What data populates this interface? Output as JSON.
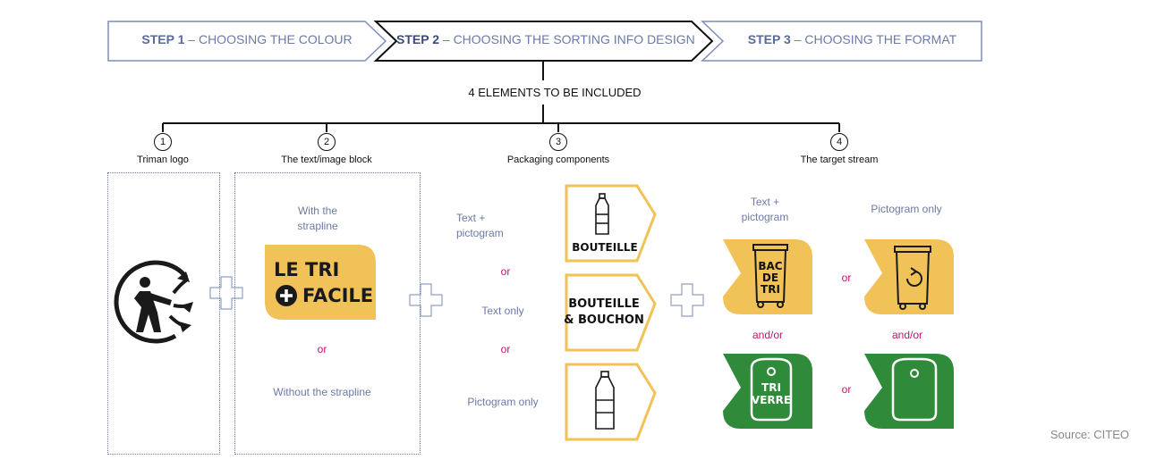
{
  "steps": [
    {
      "bold": "STEP 1",
      "rest": " – CHOOSING THE COLOUR"
    },
    {
      "bold": "STEP 2",
      "rest": " – CHOOSING THE SORTING INFO DESIGN"
    },
    {
      "bold": "STEP 3",
      "rest": " – CHOOSING THE FORMAT"
    }
  ],
  "elements_title": "4 ELEMENTS TO BE INCLUDED",
  "elements": [
    {
      "num": "1",
      "label": "Triman logo"
    },
    {
      "num": "2",
      "label": "The text/image block"
    },
    {
      "num": "3",
      "label": "Packaging components"
    },
    {
      "num": "4",
      "label": "The target stream"
    }
  ],
  "text_block": {
    "with_strapline": "With the strapline",
    "logo_line1": "LE TRI",
    "logo_line2": "FACILE",
    "or": "or",
    "without_strapline": "Without the strapline"
  },
  "packaging": {
    "opt1": "Text + pictogram",
    "or1": "or",
    "opt2": "Text only",
    "or2": "or",
    "opt3": "Pictogram only",
    "card1_text": "BOUTEILLE",
    "card2_line1": "BOUTEILLE",
    "card2_line2": "& BOUCHON"
  },
  "stream": {
    "col1_label": "Text + pictogram",
    "col2_label": "Pictogram only",
    "or_top": "or",
    "or_bottom": "or",
    "andor_left": "and/or",
    "andor_right": "and/or",
    "bin_line1": "BAC",
    "bin_line2": "DE",
    "bin_line3": "TRI",
    "glass_line1": "TRI",
    "glass_line2": "VERRE"
  },
  "source": "Source: CITEO",
  "colors": {
    "yellow": "#f0c257",
    "green": "#2f8b3a",
    "blue_text": "#6b7aa6",
    "magenta": "#c0156b"
  }
}
